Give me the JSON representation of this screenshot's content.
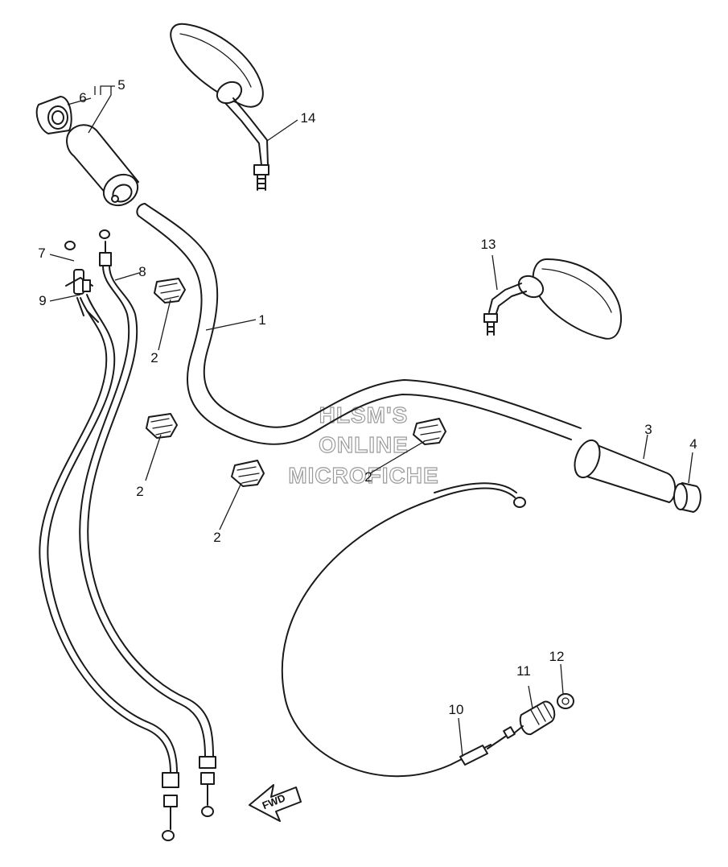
{
  "callouts": [
    "1",
    "2",
    "2",
    "2",
    "2",
    "3",
    "4",
    "5",
    "6",
    "7",
    "8",
    "9",
    "10",
    "11",
    "12",
    "13",
    "14"
  ],
  "watermark": [
    "HLSM'S",
    "ONLINE",
    "MICROFICHE"
  ],
  "fwd_label": "FWD"
}
